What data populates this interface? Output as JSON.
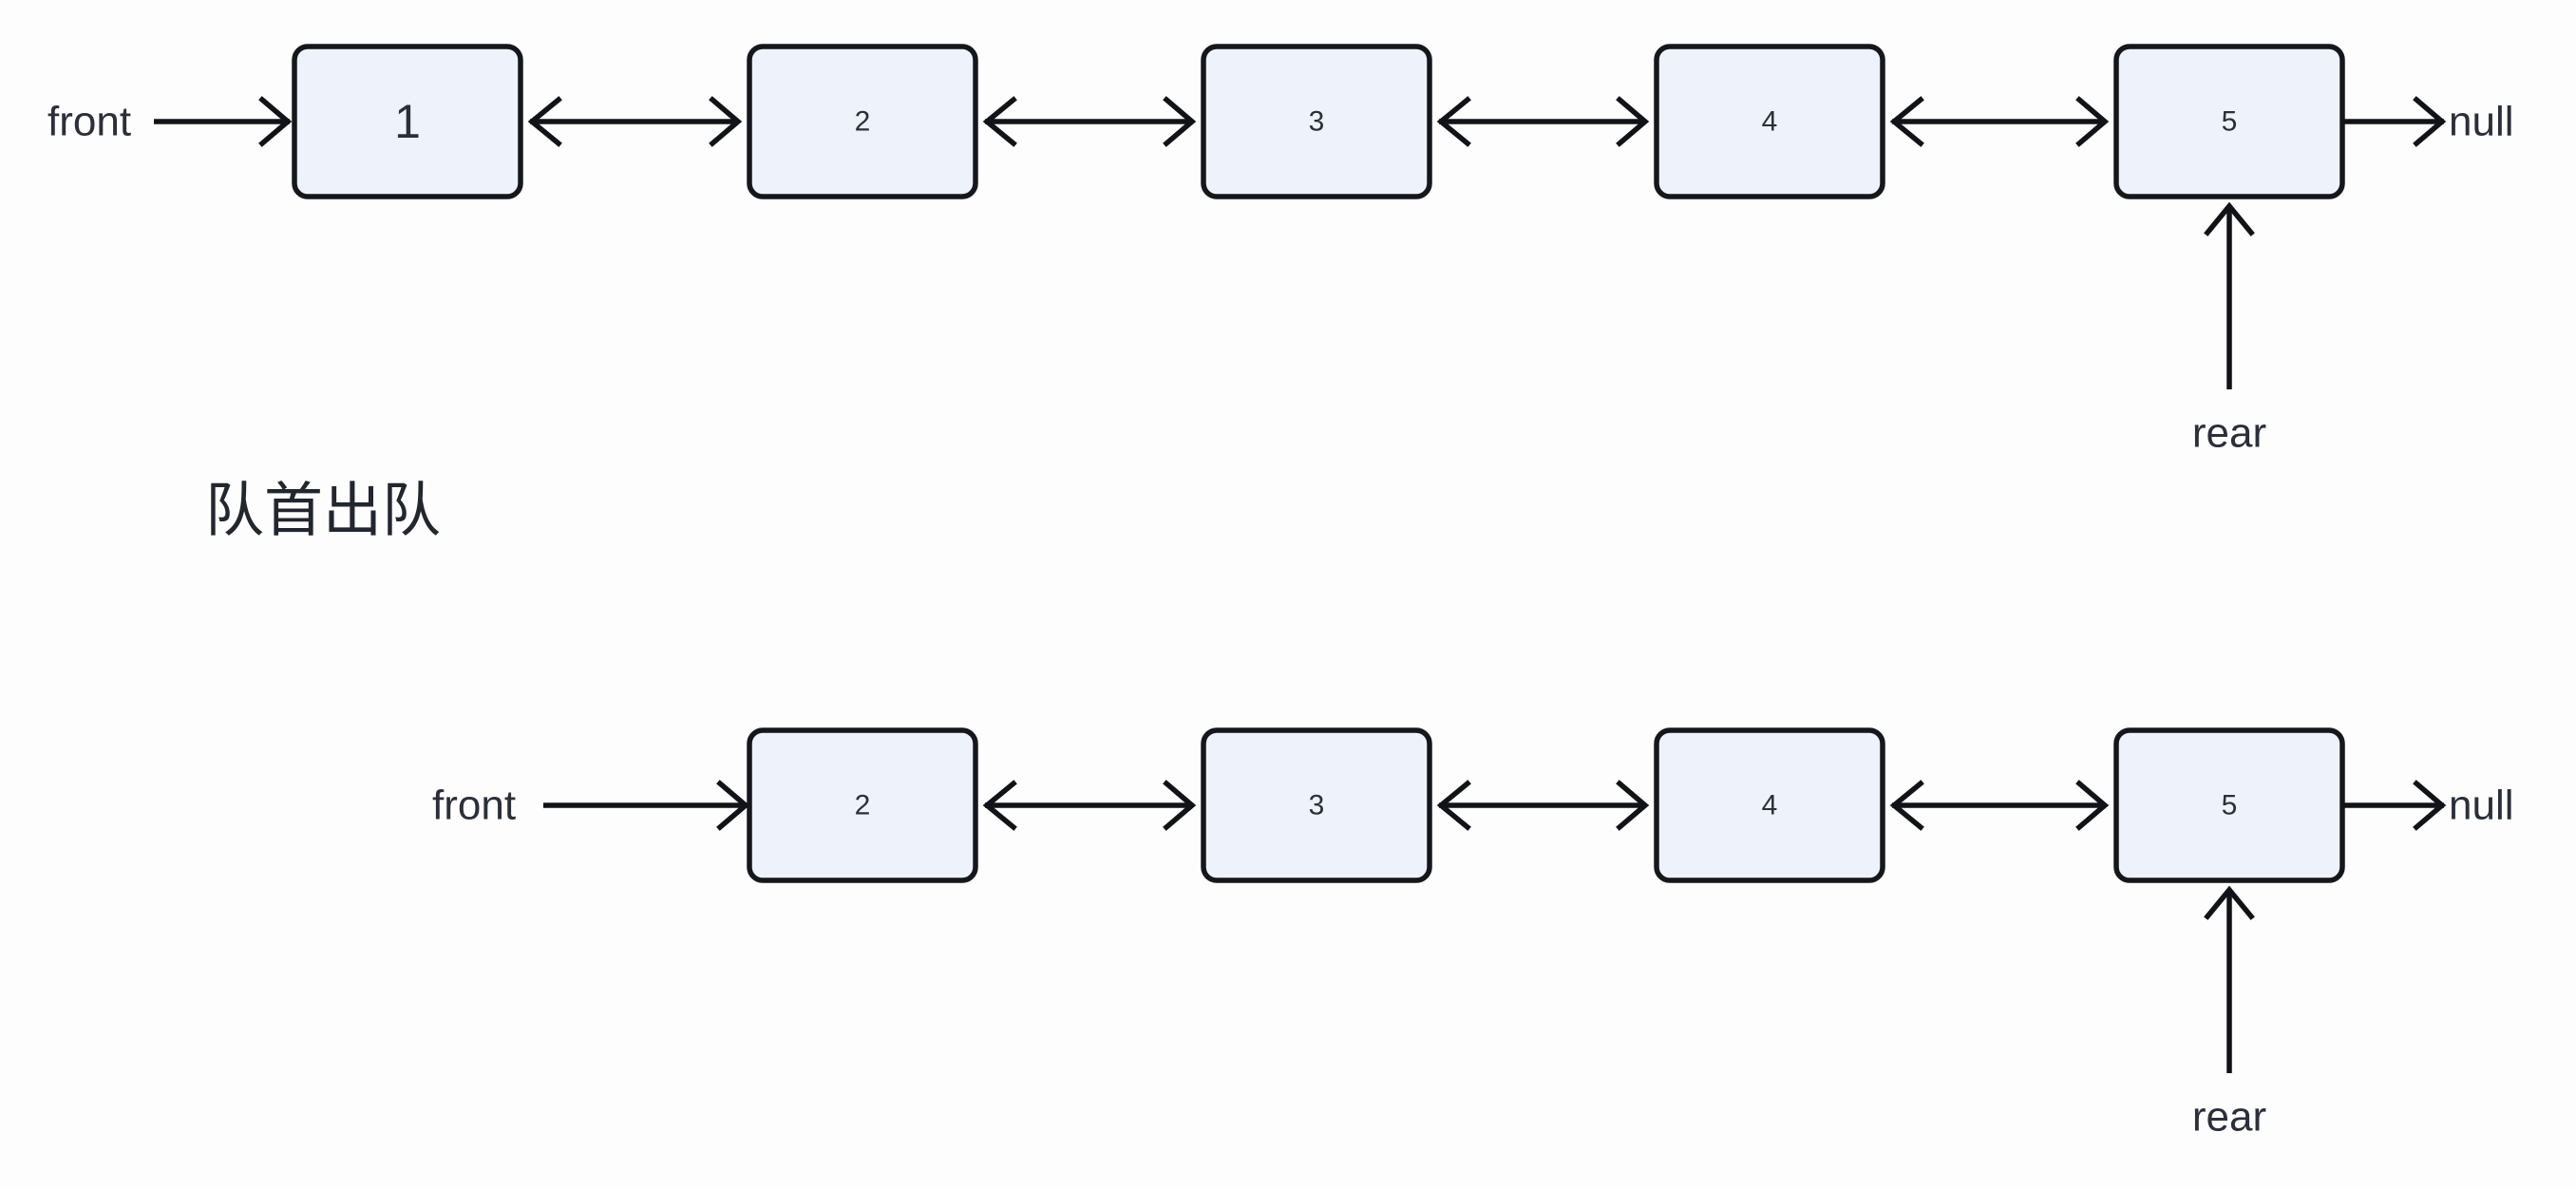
{
  "diagram": {
    "title": "Doubly linked list queue dequeue illustration",
    "background_color": "#fdfdfd",
    "node_fill_color": "#eef2fb",
    "node_stroke_color": "#15171c",
    "text_color": "#2b2f3a",
    "caption": "队首出队",
    "labels": {
      "front": "front",
      "rear": "rear",
      "null": "null"
    },
    "rows": [
      {
        "name": "before-dequeue",
        "front_label": "front",
        "rear_label": "rear",
        "null_label": "null",
        "nodes": [
          {
            "value": "1"
          },
          {
            "value": "2"
          },
          {
            "value": "3"
          },
          {
            "value": "4"
          },
          {
            "value": "5"
          }
        ]
      },
      {
        "name": "after-dequeue",
        "front_label": "front",
        "rear_label": "rear",
        "null_label": "null",
        "nodes": [
          {
            "value": "2"
          },
          {
            "value": "3"
          },
          {
            "value": "4"
          },
          {
            "value": "5"
          }
        ]
      }
    ]
  }
}
